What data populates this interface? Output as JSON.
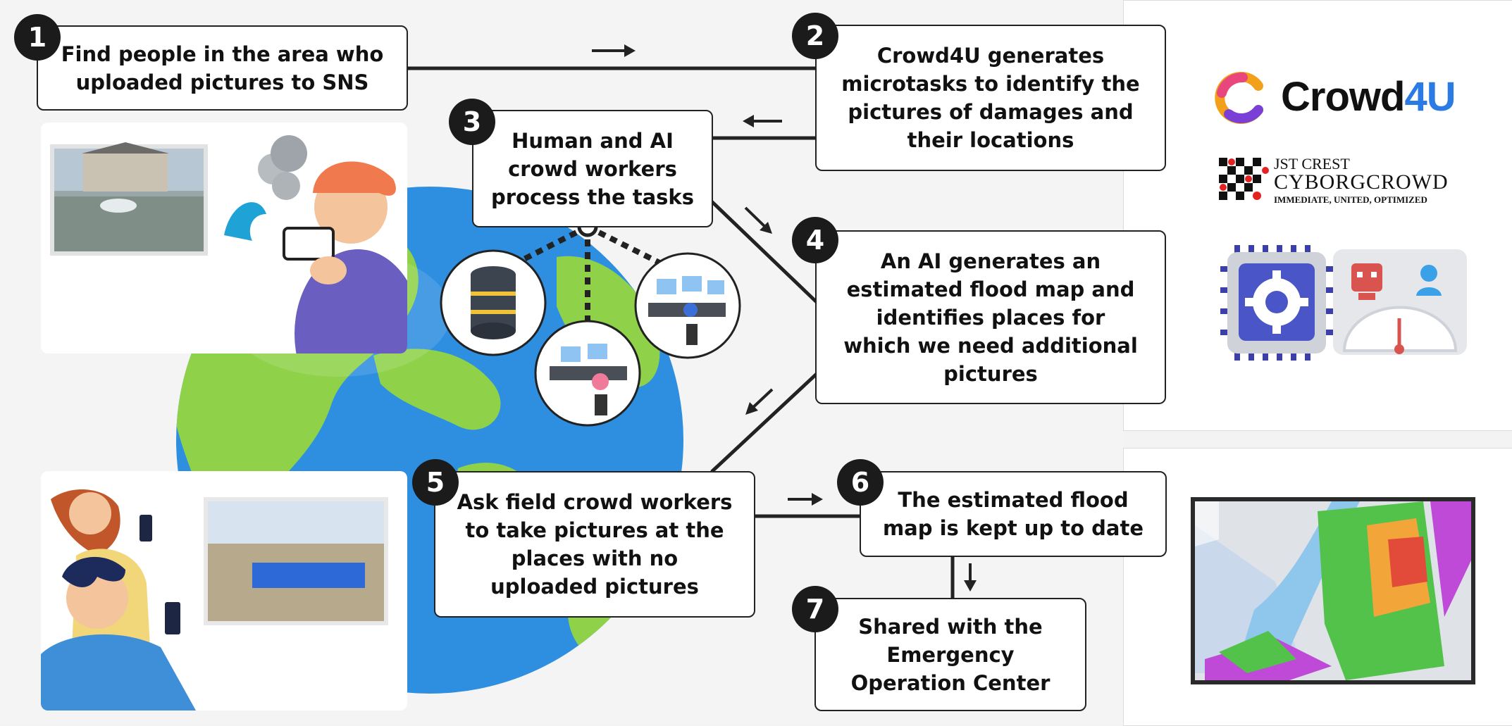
{
  "steps": [
    {
      "num": "1",
      "text": "Find people in the area who\nuploaded pictures to SNS"
    },
    {
      "num": "2",
      "text": "Crowd4U generates\nmicrotasks to identify the\npictures of damages and\ntheir locations"
    },
    {
      "num": "3",
      "text": "Human and AI\ncrowd workers\nprocess the tasks"
    },
    {
      "num": "4",
      "text": "An AI generates an\nestimated flood map and\nidentifies places for\nwhich we need additional\npictures"
    },
    {
      "num": "5",
      "text": "Ask field crowd workers\nto take pictures at the\nplaces with no\nuploaded pictures"
    },
    {
      "num": "6",
      "text": "The estimated flood\nmap is kept up to date"
    },
    {
      "num": "7",
      "text": "Shared with the\nEmergency\nOperation Center"
    }
  ],
  "logos": {
    "crowd4u_main": "Crowd",
    "crowd4u_accent": "4U",
    "jst": "JST CREST",
    "cyborg": "CYBORGCROWD",
    "tagline": "IMMEDIATE, UNITED, OPTIMIZED"
  },
  "colors": {
    "ocean": "#2e8fe0",
    "land": "#8fd24a",
    "box_border": "#222222",
    "badge": "#1b1b1b",
    "crowd4u_blue": "#2a7be4",
    "logo_orange": "#f2a019",
    "logo_purple": "#7a3fd6"
  },
  "icons": [
    "arrow-right-icon",
    "arrow-left-icon",
    "arrow-down-right-icon",
    "arrow-down-left-icon",
    "arrow-down-icon",
    "database-icon",
    "workstation-icon",
    "gear-chip-icon",
    "robot-icon",
    "person-icon",
    "gauge-icon",
    "crowd4u-logo-icon",
    "checker-logo-icon"
  ]
}
